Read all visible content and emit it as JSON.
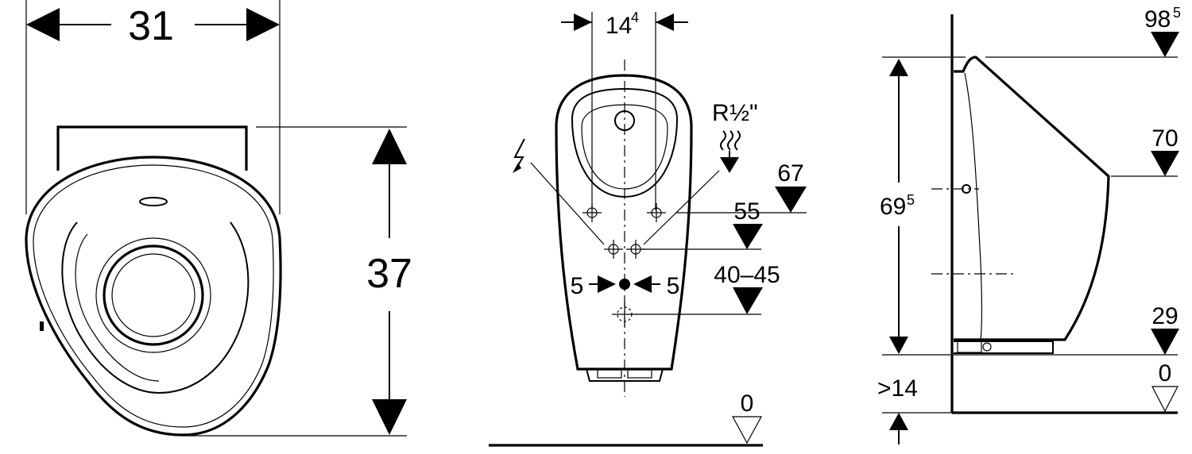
{
  "front_view": {
    "width_value": "31",
    "height_value": "37"
  },
  "side_view": {
    "spacing_main": "14",
    "spacing_sup": "4",
    "water_label_main": "R",
    "water_label_frac": "½\"",
    "offset_left": "5",
    "offset_right": "5",
    "level_67": "67",
    "level_55": "55",
    "level_40_45": "40–45",
    "level_0": "0"
  },
  "profile_view": {
    "top_level_main": "98",
    "top_level_sup": "5",
    "level_70": "70",
    "height_main": "69",
    "height_sup": "5",
    "level_29": "29",
    "level_0": "0",
    "floor_offset": ">14"
  },
  "colors": {
    "line": "#000000",
    "background": "#ffffff"
  }
}
